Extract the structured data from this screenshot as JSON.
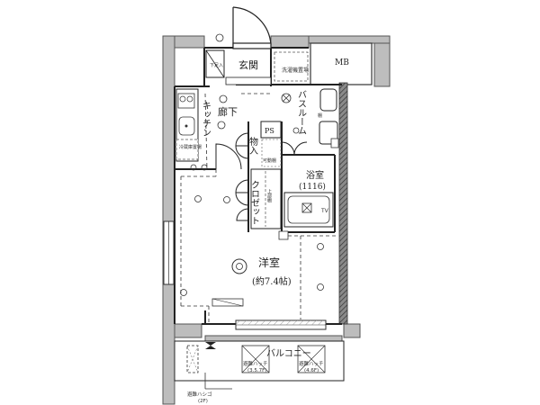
{
  "rooms": {
    "entrance": "玄関",
    "hallway": "廊下",
    "kitchen": "キッチン",
    "bathroom": "バスルーム",
    "bath": "浴室",
    "bath_size": "(1116)",
    "storage": "物入",
    "closet": "クロゼット",
    "western_room": "洋室",
    "western_room_size": "(約7.4帖)",
    "balcony": "バルコニー",
    "mb": "MB"
  },
  "labels": {
    "ps": "PS",
    "shoe_box": "下足入",
    "washer_space": "洗濯機置場",
    "fridge_space": "冷蔵庫置場",
    "upper_shelf": "上部棚",
    "movable_shelf": "可動棚",
    "tv": "TV",
    "shelf_small": "棚",
    "hatch_left": "避難ハッチ",
    "hatch_left_floor": "(3.5.7F)",
    "hatch_right": "避難ハッチ",
    "hatch_right_floor": "(4.6F)",
    "ladder": "避難ハシゴ",
    "ladder_floor": "(2F)"
  }
}
